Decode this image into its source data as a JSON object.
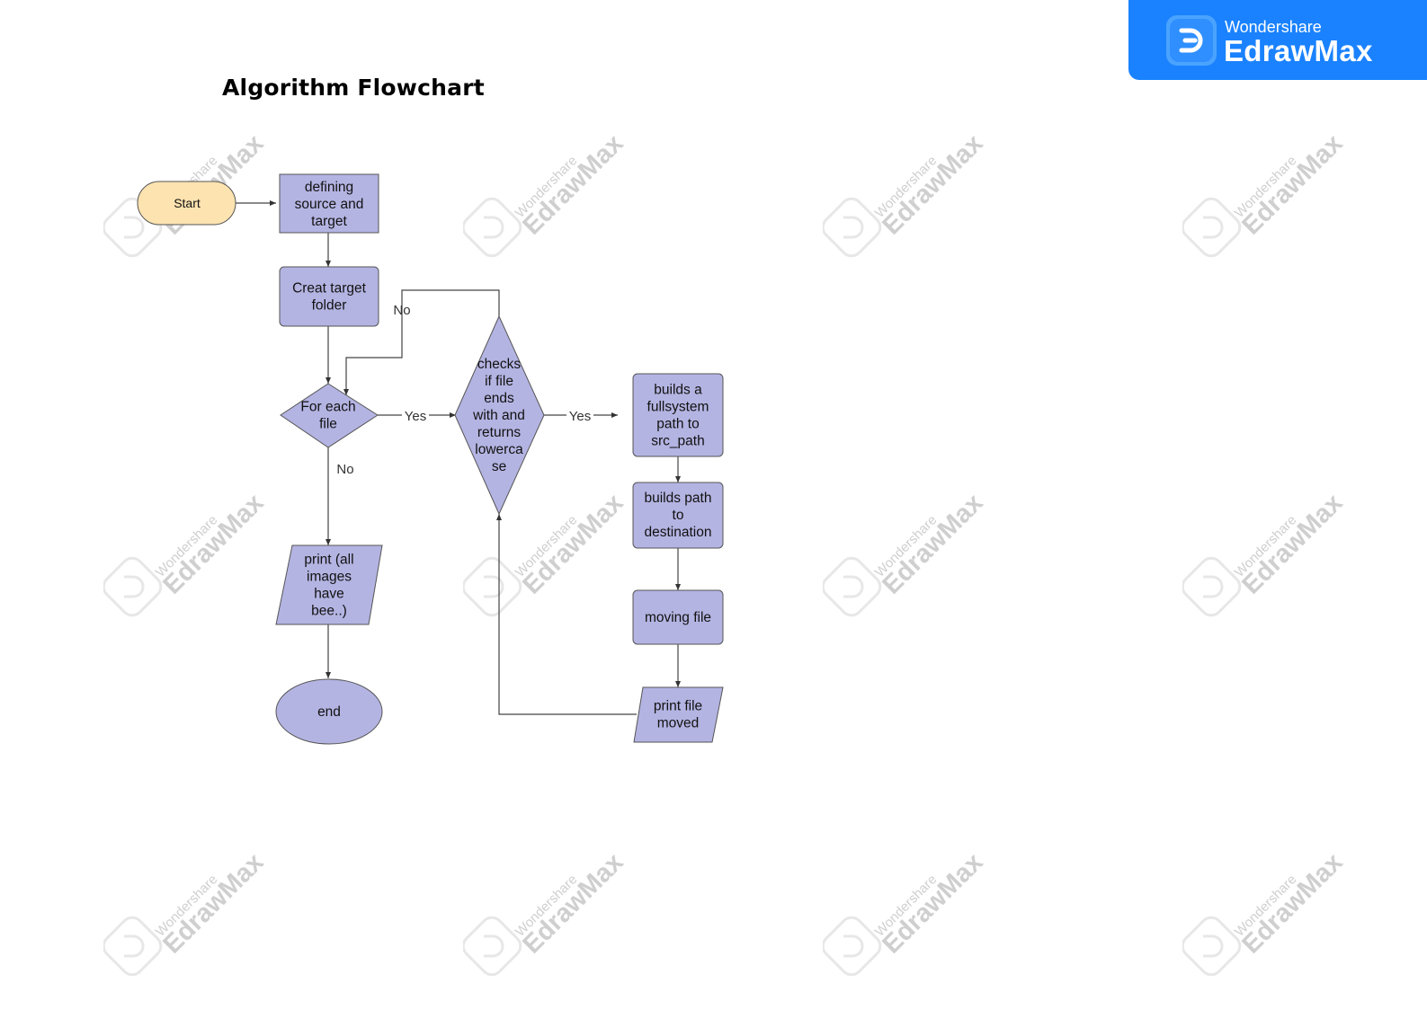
{
  "title": "Algorithm Flowchart",
  "brand": {
    "company": "Wondershare",
    "product": "EdrawMax"
  },
  "watermark": {
    "company": "Wondershare",
    "product": "EdrawMax"
  },
  "colors": {
    "process_fill": "#b4b4e3",
    "start_fill": "#fde3b0",
    "stroke": "#555555",
    "brand_blue": "#1a82ff"
  },
  "nodes": {
    "start": "Start",
    "define": [
      "defining",
      "source and",
      "target"
    ],
    "create": [
      "Creat target",
      "folder"
    ],
    "foreach": [
      "For each",
      "file"
    ],
    "checks": [
      "checks",
      "if file",
      "ends",
      "with and",
      "returns",
      "lowerca",
      "se"
    ],
    "buildsfull": [
      "builds a",
      "fullsystem",
      "path to",
      "src_path"
    ],
    "buildsdest": [
      "builds path",
      "to",
      "destination"
    ],
    "moving": [
      "moving file"
    ],
    "printmoved": [
      "print file",
      "moved"
    ],
    "printall": [
      "print (all",
      "images",
      "have",
      "bee..)"
    ],
    "end": "end"
  },
  "edges": {
    "yes1": "Yes",
    "yes2": "Yes",
    "no_loop": "No",
    "no_down": "No"
  }
}
